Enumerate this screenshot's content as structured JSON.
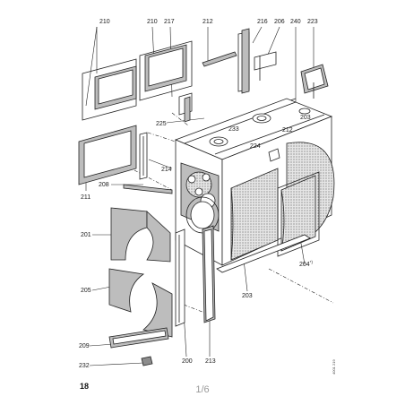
{
  "callouts": {
    "c210a": "210",
    "c210b": "210",
    "c217": "217",
    "c212a": "212",
    "c216": "216",
    "c206": "206",
    "c240": "240",
    "c223": "223",
    "c225": "225",
    "c233": "233",
    "c203a": "203",
    "c212b": "212",
    "c224": "224",
    "c214": "214",
    "c208": "208",
    "c211": "211",
    "c201": "201",
    "c205": "205",
    "c209": "209",
    "c232": "232",
    "c200": "200",
    "c213": "213",
    "c203b": "203",
    "c204": "204"
  },
  "c204_sup": "*)",
  "page_number": "18",
  "pager": "1/6",
  "drawing_code": "4001 219"
}
